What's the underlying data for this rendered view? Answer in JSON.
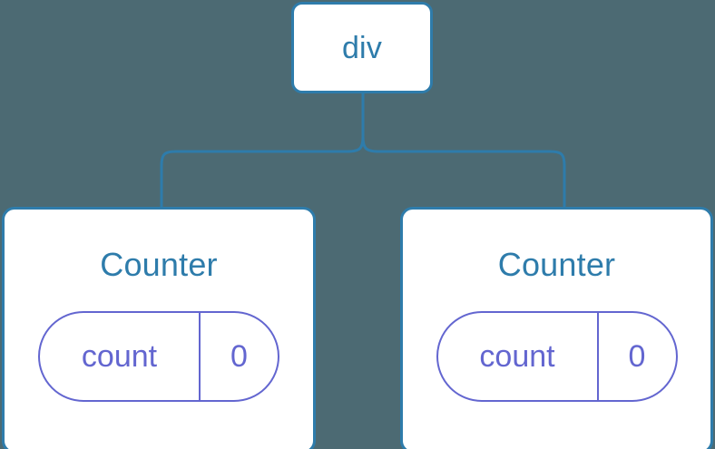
{
  "diagram": {
    "type": "component-tree",
    "background_color": "#4c6a73",
    "node_border_color": "#2e7cab",
    "node_text_color": "#2e7cab",
    "state_accent_color": "#6366d0",
    "connector_color": "#2e7cab"
  },
  "root": {
    "label": "div"
  },
  "children": [
    {
      "title": "Counter",
      "state": {
        "key": "count",
        "value": "0"
      }
    },
    {
      "title": "Counter",
      "state": {
        "key": "count",
        "value": "0"
      }
    }
  ]
}
